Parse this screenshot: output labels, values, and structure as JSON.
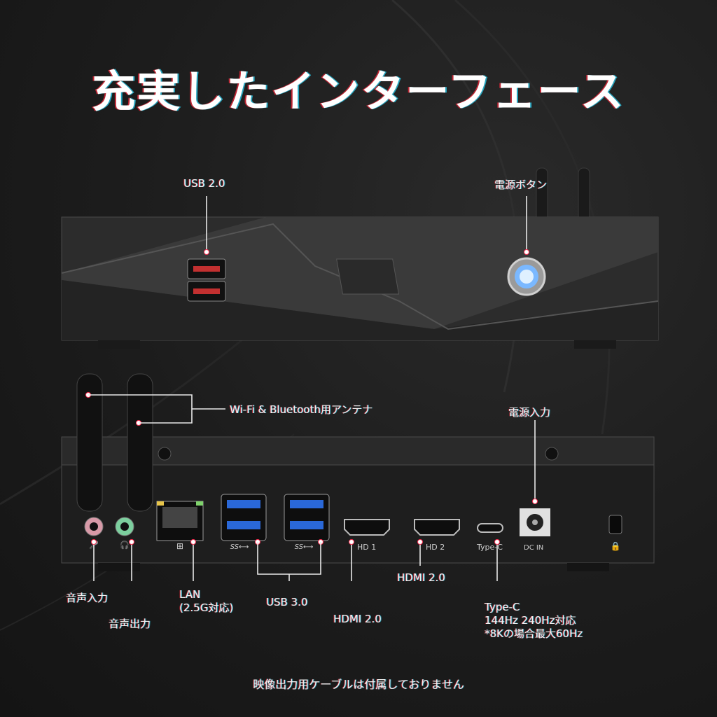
{
  "title": "充実したインターフェース",
  "front": {
    "usb_label": "USB 2.0",
    "power_label": "電源ボタン"
  },
  "rear": {
    "antenna_label": "Wi-Fi & Bluetooth用アンテナ",
    "dc_label": "電源入力",
    "audio_in_label": "音声入力",
    "audio_out_label": "音声出力",
    "lan_label": "LAN\n(2.5G対応)",
    "usb3_label": "USB 3.0",
    "hdmi1_label": "HDMI 2.0",
    "hdmi2_label": "HDMI 2.0",
    "typec_label": "Type-C\n144Hz 240Hz対応\n*8Kの場合最大60Hz",
    "port_text": {
      "hd1": "HD 1",
      "hd2": "HD 2",
      "typec": "Type-C",
      "dcin": "DC IN"
    }
  },
  "footnote": "映像出力用ケーブルは付属しておりません"
}
